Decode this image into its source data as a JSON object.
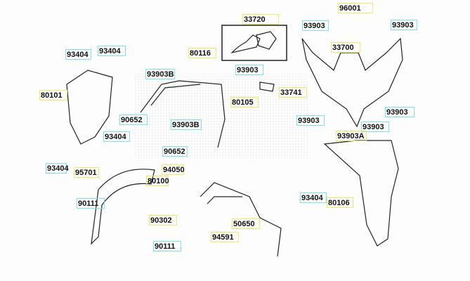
{
  "labels": [
    {
      "id": "33720",
      "color": "yellow"
    },
    {
      "id": "96001",
      "color": "yellow"
    },
    {
      "id": "93903",
      "color": "cyan"
    },
    {
      "id": "93903",
      "color": "cyan"
    },
    {
      "id": "80116",
      "color": "yellow"
    },
    {
      "id": "93404",
      "color": "cyan"
    },
    {
      "id": "93404",
      "color": "cyan"
    },
    {
      "id": "33700",
      "color": "yellow"
    },
    {
      "id": "93903B",
      "color": "cyan"
    },
    {
      "id": "93903",
      "color": "cyan"
    },
    {
      "id": "80101",
      "color": "yellow"
    },
    {
      "id": "33741",
      "color": "yellow"
    },
    {
      "id": "80105",
      "color": "yellow"
    },
    {
      "id": "90652",
      "color": "cyan"
    },
    {
      "id": "93903B",
      "color": "cyan"
    },
    {
      "id": "93903",
      "color": "cyan"
    },
    {
      "id": "93903",
      "color": "cyan"
    },
    {
      "id": "93903",
      "color": "cyan"
    },
    {
      "id": "93404",
      "color": "cyan"
    },
    {
      "id": "93903A",
      "color": "yellow"
    },
    {
      "id": "90652",
      "color": "cyan"
    },
    {
      "id": "93404",
      "color": "cyan"
    },
    {
      "id": "95701",
      "color": "yellow"
    },
    {
      "id": "94050",
      "color": "yellow"
    },
    {
      "id": "80100",
      "color": "yellow"
    },
    {
      "id": "93404",
      "color": "cyan"
    },
    {
      "id": "80106",
      "color": "yellow"
    },
    {
      "id": "90111",
      "color": "cyan"
    },
    {
      "id": "90302",
      "color": "yellow"
    },
    {
      "id": "50650",
      "color": "yellow"
    },
    {
      "id": "94591",
      "color": "yellow"
    },
    {
      "id": "90111",
      "color": "cyan"
    }
  ],
  "colors": {
    "yellow": "#f2e96a",
    "cyan": "#7fe3ea",
    "line": "#222222"
  }
}
